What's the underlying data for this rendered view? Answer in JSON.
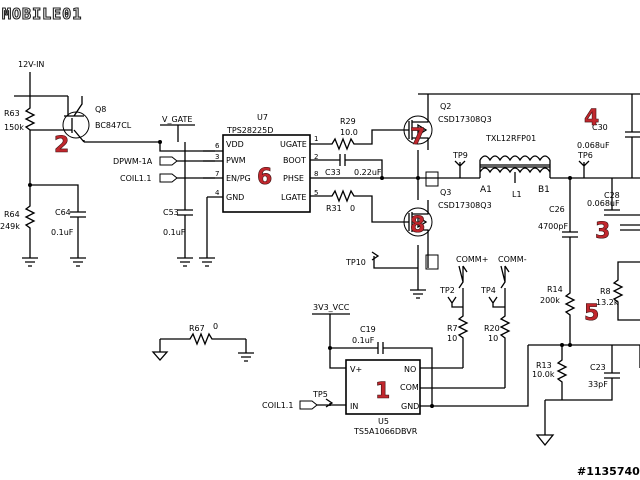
{
  "logo": {
    "text": "MOBILE01"
  },
  "watermark": "#1135740",
  "nets": {
    "v12": "12V-IN",
    "vgate": "V_GATE",
    "v3v3": "3V3_VCC",
    "dpwm": "DPWM-1A",
    "coil1": "COIL1.1",
    "coil2": "COIL1.1",
    "comm_p": "COMM+",
    "comm_n": "COMM-",
    "a1": "A1",
    "b1": "B1",
    "l1": "L1"
  },
  "components": {
    "r63": {
      "ref": "R63",
      "value": "150k"
    },
    "q8": {
      "ref": "Q8",
      "value": "BC847CL"
    },
    "r64": {
      "ref": "R64",
      "value": "249k"
    },
    "c64": {
      "ref": "C64",
      "value": "0.1uF"
    },
    "c53": {
      "ref": "C53",
      "value": "0.1uF"
    },
    "u7": {
      "ref": "U7",
      "value": "TPS28225D"
    },
    "r29": {
      "ref": "R29",
      "value": "10.0"
    },
    "c33": {
      "ref": "C33",
      "value": "0.22uF"
    },
    "r31": {
      "ref": "R31",
      "value": "0"
    },
    "q2": {
      "ref": "Q2",
      "value": "CSD17308Q3"
    },
    "q3": {
      "ref": "Q3",
      "value": "CSD17308Q3"
    },
    "l": {
      "ref": "TXL12RFP01"
    },
    "tp9": "TP9",
    "tp6": "TP6",
    "tp10": "TP10",
    "tp2": "TP2",
    "tp4": "TP4",
    "tp5": "TP5",
    "c30": {
      "ref": "C30",
      "value": "0.068uF"
    },
    "c28": {
      "ref": "C28",
      "value": "0.068uF"
    },
    "c26": {
      "ref": "C26",
      "value": "4700pF"
    },
    "r14": {
      "ref": "R14",
      "value": "200k"
    },
    "r8": {
      "ref": "R8",
      "value": "13.2k"
    },
    "r7": {
      "ref": "R7",
      "value": "10"
    },
    "r20": {
      "ref": "R20",
      "value": "10"
    },
    "r13": {
      "ref": "R13",
      "value": "10.0k"
    },
    "c23": {
      "ref": "C23",
      "value": "33pF"
    },
    "c19": {
      "ref": "C19",
      "value": "0.1uF"
    },
    "r67": {
      "ref": "R67",
      "value": "0"
    },
    "u5": {
      "ref": "U5",
      "value": "TS5A1066DBVR"
    }
  },
  "u7_pins": {
    "vdd": "VDD",
    "pwm": "PWM",
    "enpg": "EN/PG",
    "gnd": "GND",
    "ugate": "UGATE",
    "boot": "BOOT",
    "phase": "PHSE",
    "lgate": "LGATE",
    "n6": "6",
    "n3": "3",
    "n7": "7",
    "n4": "4",
    "n1": "1",
    "n2": "2",
    "n8": "8",
    "n5": "5"
  },
  "u5_pins": {
    "vplus": "V+",
    "in": "IN",
    "no": "NO",
    "com": "COM",
    "gnd": "GND"
  },
  "callouts": {
    "c1": "1",
    "c2": "2",
    "c3": "3",
    "c4": "4",
    "c5": "5",
    "c6": "6",
    "c7": "7",
    "c8": "8"
  },
  "colors": {
    "callout": "#c1272d",
    "wire": "#000000"
  }
}
